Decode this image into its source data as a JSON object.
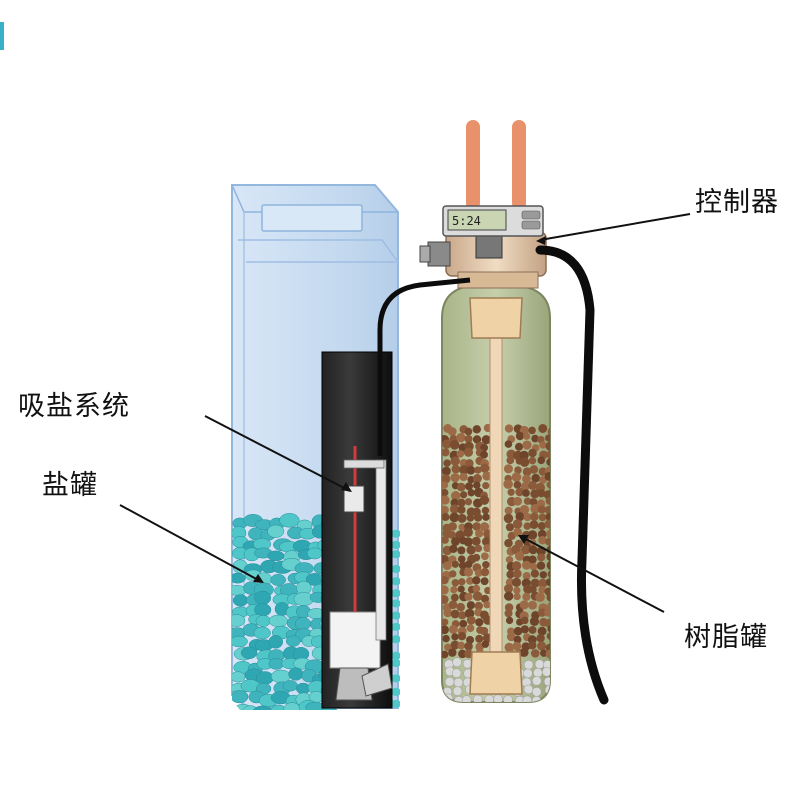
{
  "labels": {
    "controller": "控制器",
    "salt_suction_system": "吸盐系统",
    "salt_tank": "盐罐",
    "resin_tank": "树脂罐"
  },
  "display": {
    "readout": "5:24"
  },
  "colors": {
    "salt_tank_fill": "#c9def2",
    "salt_tank_stroke": "#8fb4dd",
    "brine_well": "#111111",
    "salt_pellets": "#4fc6c8",
    "resin_tank_fill": "#bcc7a0",
    "resin_beads": "#8a5a3a",
    "valve_body": "#e2c7a8",
    "inlet_pipes": "#e9916a",
    "hose": "#0c0c0c",
    "red_rod": "#d23b3b"
  }
}
